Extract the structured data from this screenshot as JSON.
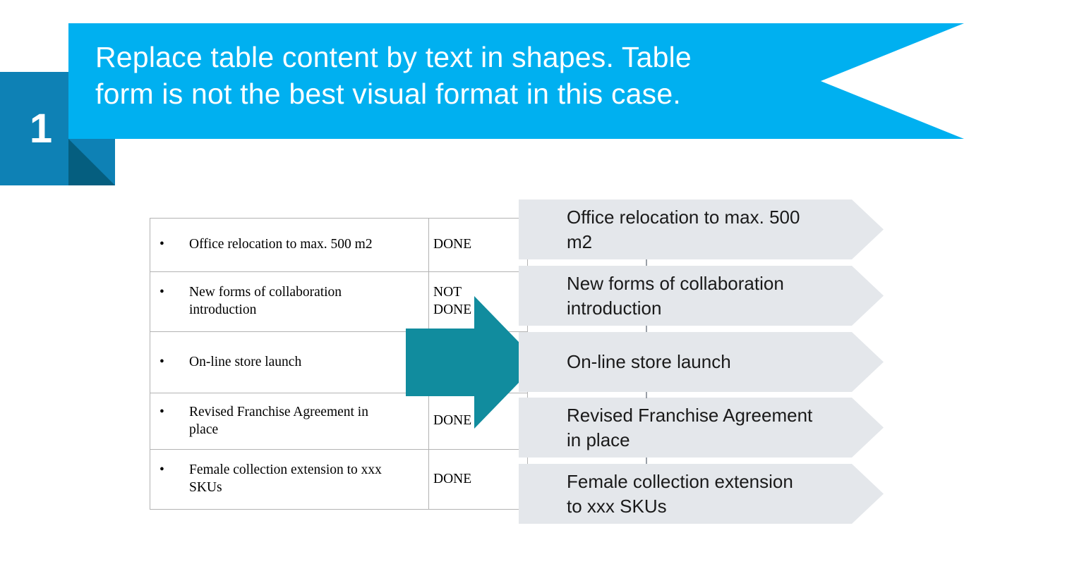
{
  "slide": {
    "badge_number": "1",
    "title": "Replace table content by text in shapes. Table\nform is not the best visual format in this case.",
    "colors": {
      "banner": "#00B0F0",
      "badge": "#0E81B5",
      "banner_shadow": "#055E7F",
      "arrow": "#118C9E",
      "chevron": "#E4E7EB",
      "title_text": "#FFFFFF"
    }
  },
  "table": {
    "bullet_glyph": "•",
    "rows": [
      {
        "item": "Office relocation to max. 500 m2",
        "status": "DONE"
      },
      {
        "item": "New forms of collaboration\nintroduction",
        "status": "NOT\nDONE"
      },
      {
        "item": "On-line store launch",
        "status": ""
      },
      {
        "item": "Revised Franchise Agreement in\nplace",
        "status": "DONE"
      },
      {
        "item": "Female collection extension to xxx\nSKUs",
        "status": "DONE"
      }
    ]
  },
  "chevrons": [
    {
      "label": "Office relocation to max. 500 m2"
    },
    {
      "label": "New forms of collaboration\nintroduction"
    },
    {
      "label": "On-line store launch"
    },
    {
      "label": "Revised Franchise Agreement\nin place"
    },
    {
      "label": "Female collection extension\nto xxx SKUs"
    }
  ]
}
